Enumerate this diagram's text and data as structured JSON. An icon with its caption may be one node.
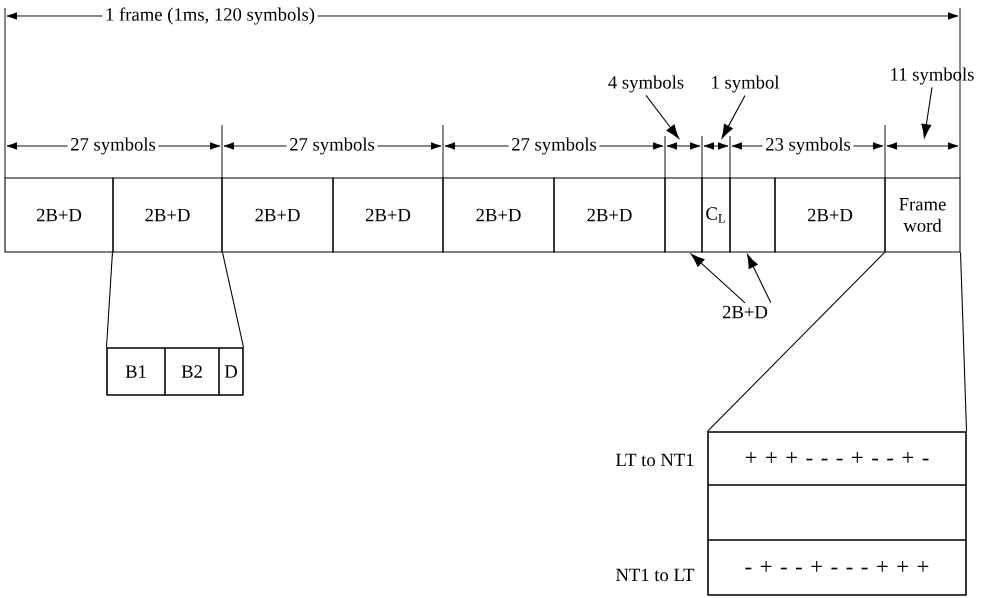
{
  "diagram": {
    "nodes": [
      {
        "text": [
          "2B+D"
        ]
      },
      {
        "text": [
          "2B+D"
        ]
      },
      {
        "text": [
          "2B+D"
        ]
      },
      {
        "text": [
          "2B+D"
        ]
      },
      {
        "text": [
          "2B+D"
        ]
      },
      {
        "text": [
          "2B+D"
        ]
      },
      {
        "text": [],
        "shape": "box"
      },
      {
        "text": [
          "C$_{L}$"
        ]
      },
      {
        "text": [],
        "shape": "box"
      },
      {
        "text": [
          "2B+D"
        ]
      },
      {
        "text": [
          "Frame word"
        ]
      },
      {
        "text": [],
        "shape": "box"
      },
      {
        "text": [
          "B1"
        ],
        "in": 11
      },
      {
        "text": [
          "B2"
        ],
        "in": 11
      },
      {
        "text": [
          "D"
        ],
        "in": 11
      },
      {
        "text": [
          "2B+D"
        ]
      },
      {
        "text": [],
        "shape": "box"
      },
      {
        "text": [
          "+ + + - - - + - - + -"
        ],
        "in": 16,
        "beside": [
          "LT to NT1"
        ]
      },
      {
        "text": [],
        "shape": "box",
        "in": 16
      },
      {
        "text": [
          "- + - - + - - - + + +"
        ],
        "in": 16,
        "beside": [
          "NT1 to LT"
        ]
      },
      {
        "text": [
          "4 symbols"
        ]
      },
      {
        "text": [
          "1 symbol"
        ]
      },
      {
        "text": [
          "11 symbols"
        ]
      }
    ],
    "edges": [
      {
        "from": 1,
        "to": 11,
        "arrow": "none"
      },
      {
        "from": 1,
        "to": 11,
        "arrow": "none"
      },
      {
        "from": 10,
        "to": 16,
        "arrow": "none"
      },
      {
        "from": 10,
        "to": 16,
        "arrow": "none"
      },
      {
        "from": 15,
        "to": 6,
        "arrow": "to"
      },
      {
        "from": 15,
        "to": 8,
        "arrow": "to"
      },
      {
        "from": 20,
        "to": null,
        "arrow": "to"
      },
      {
        "from": 21,
        "to": null,
        "arrow": "to"
      },
      {
        "from": 22,
        "to": null,
        "arrow": "to"
      }
    ],
    "labels": [
      "1 frame (1ms, 120 symbols)",
      "27 symbols",
      "27 symbols",
      "27 symbols",
      "23 symbols"
    ]
  }
}
